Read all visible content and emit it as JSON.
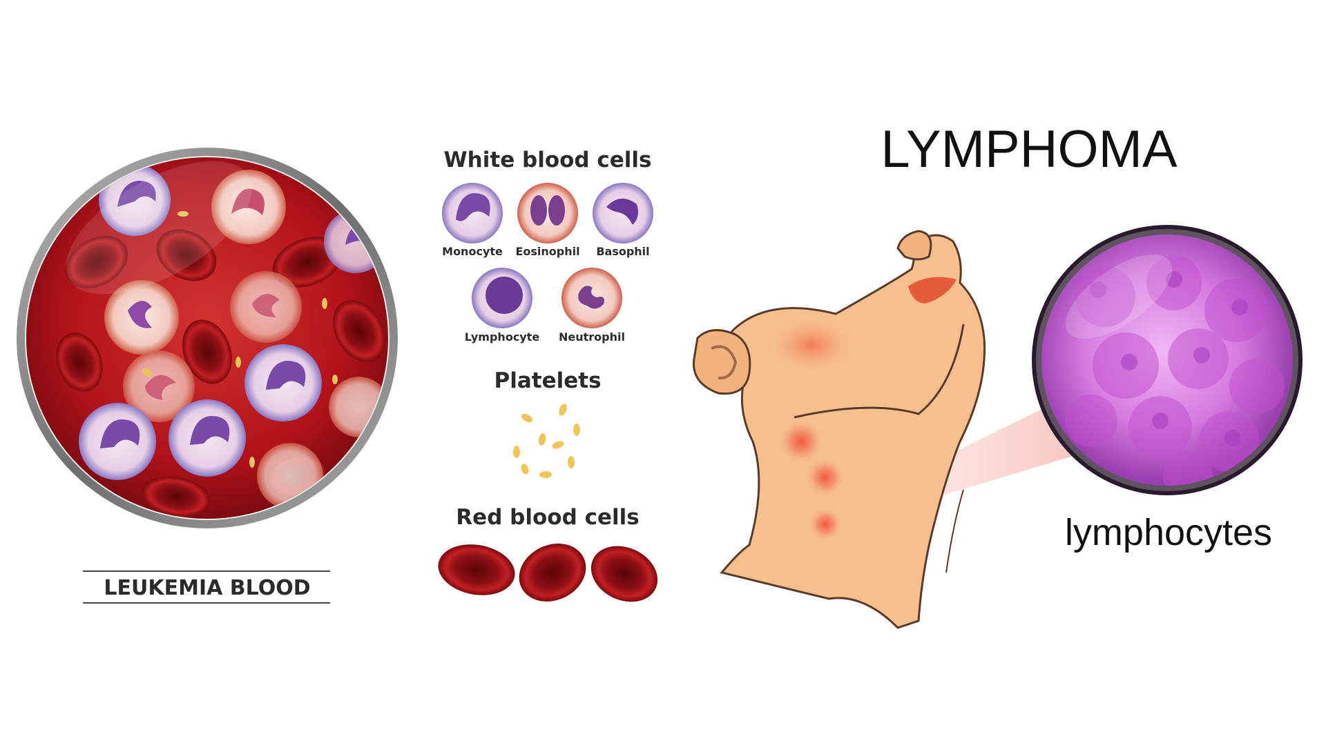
{
  "leukemia": {
    "caption": "LEUKEMIA BLOOD"
  },
  "legend": {
    "white_cells_title": "White blood cells",
    "white_cells": [
      {
        "name": "Monocyte"
      },
      {
        "name": "Eosinophil"
      },
      {
        "name": "Basophil"
      },
      {
        "name": "Lymphocyte"
      },
      {
        "name": "Neutrophil"
      }
    ],
    "platelets_title": "Platelets",
    "red_cells_title": "Red blood cells"
  },
  "lymphoma": {
    "title": "LYMPHOMA",
    "inset_caption": "lymphocytes"
  },
  "colors": {
    "blood_red": "#b3121b",
    "rbc": "#a11418",
    "wbc_purple": "#7a4aa8",
    "skin": "#f6c08e",
    "lymph_purple": "#c45bd6",
    "node_glow": "#f05a44"
  }
}
